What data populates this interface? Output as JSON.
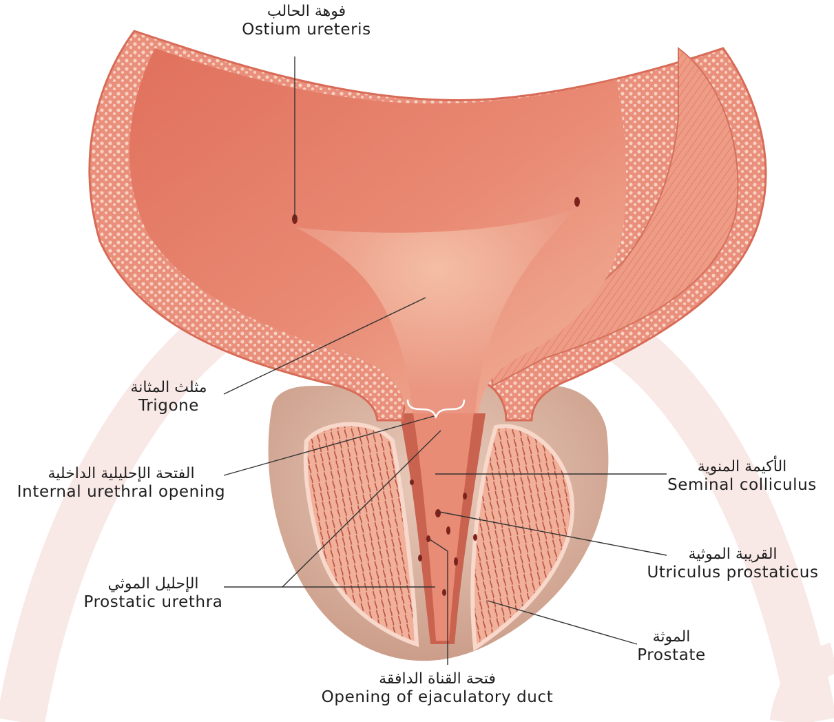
{
  "colors": {
    "watermark": "#f8e8e6",
    "bladder_wall": "#e27c6a",
    "bladder_inner": "#e9937d",
    "mucosa_light": "#f4c0a8",
    "muscle": "#ea8d78",
    "prostate_outer": "#d6b3a2",
    "prostate_inner": "#e7957f",
    "leader_line": "#333333"
  },
  "labels": {
    "ostium": {
      "ar": "فوهة الحالب",
      "en": "Ostium ureteris"
    },
    "trigone": {
      "ar": "مثلث المثانة",
      "en": "Trigone"
    },
    "internal_opening": {
      "ar": "الفتحة الإحليلية الداخلية",
      "en": "Internal urethral opening"
    },
    "prostatic_urethra": {
      "ar": "الإحليل الموثي",
      "en": "Prostatic urethra"
    },
    "seminal_colliculus": {
      "ar": "الأكيمة المنوية",
      "en": "Seminal colliculus"
    },
    "utriculus": {
      "ar": "القريبة الموثية",
      "en": "Utriculus prostaticus"
    },
    "prostate": {
      "ar": "الموثة",
      "en": "Prostate"
    },
    "ejaculatory": {
      "ar": "فتحة القناة الدافقة",
      "en": "Opening of ejaculatory duct"
    }
  }
}
